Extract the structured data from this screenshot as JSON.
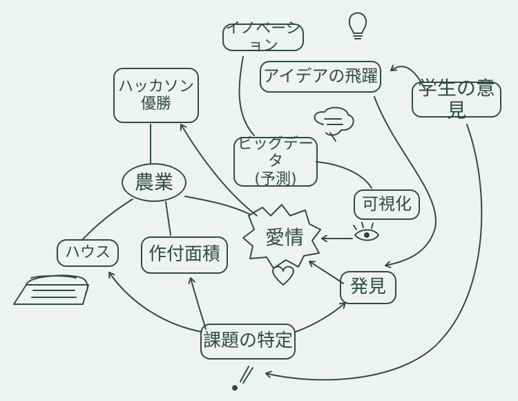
{
  "diagram": {
    "nodes": {
      "innovation": "イノベーション",
      "idea_leap": "アイデアの飛躍",
      "student_opinion": "学生の意見",
      "hackathon_win": "ハッカソン\n優勝",
      "big_data": "ビッグデータ\n(予測)",
      "agriculture": "農業",
      "visualization": "可視化",
      "love": "愛情",
      "house": "ハウス",
      "crop_area": "作付面積",
      "discovery": "発見",
      "problem_identification": "課題の特定"
    },
    "icons": [
      "lightbulb-icon",
      "speech-bubble-icon",
      "eye-icon",
      "heart-icon",
      "greenhouse-icon",
      "exclamation-icon"
    ],
    "colors": {
      "ink": "#2f4b3f",
      "paper": "#eef3ef"
    }
  }
}
